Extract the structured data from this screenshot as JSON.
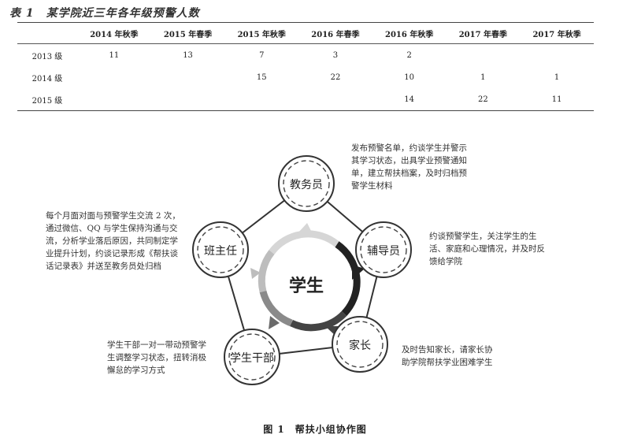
{
  "table": {
    "title": "表 1　某学院近三年各年级预警人数",
    "columns": [
      "",
      "2014 年秋季",
      "2015 年春季",
      "2015 年秋季",
      "2016 年春季",
      "2016 年秋季",
      "2017 年春季",
      "2017 年秋季"
    ],
    "rows": [
      [
        "2013 级",
        "11",
        "13",
        "7",
        "3",
        "2",
        "",
        ""
      ],
      [
        "2014 级",
        "",
        "",
        "15",
        "22",
        "10",
        "1",
        "1"
      ],
      [
        "2015 级",
        "",
        "",
        "",
        "",
        "14",
        "22",
        "11"
      ]
    ]
  },
  "figure": {
    "center": "学生",
    "nodes": {
      "jiaowu": "教务员",
      "fudao": "辅导员",
      "jiazhang": "家长",
      "xuesheng_ganbu": "学生干部",
      "banzhuren": "班主任"
    },
    "annotations": {
      "jiaowu": [
        "发布预警名单，约谈学生并警示",
        "其学习状态，出具学业预警通知",
        "单，建立帮扶档案，及时归档预",
        "警学生材料"
      ],
      "fudao": [
        "约谈预警学生，关注学生的生",
        "活、家庭和心理情况，并及时反",
        "馈给学院"
      ],
      "jiazhang": [
        "及时告知家长，请家长协",
        "助学院帮扶学业困难学生"
      ],
      "xuesheng_ganbu": [
        "学生干部一对一带动预警学",
        "生调整学习状态，扭转消极",
        "懈怠的学习方式"
      ],
      "banzhuren": [
        "每个月面对面与预警学生交流 2 次，",
        "通过微信、QQ 与学生保持沟通与交",
        "流，分析学业落后原因，共同制定学",
        "业提升计划，约谈记录形成《帮扶谈",
        "话记录表》并送至教务员处归档"
      ]
    },
    "caption": "图 1　帮扶小组协作图"
  }
}
